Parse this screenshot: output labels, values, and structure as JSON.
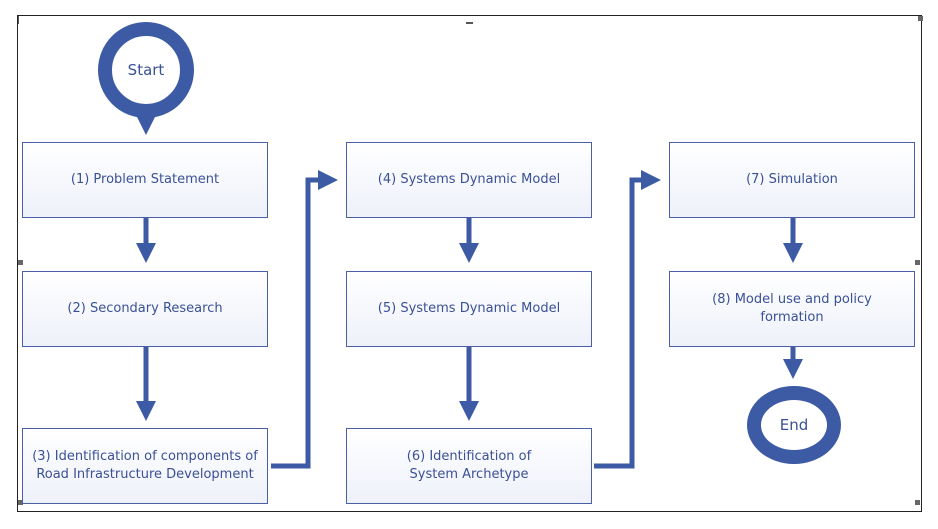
{
  "diagram": {
    "start_label": "Start",
    "end_label": "End",
    "steps": [
      "(1) Problem Statement",
      "(2) Secondary Research",
      "(3) Identification of components of Road Infrastructure Development",
      "(4) Systems Dynamic Model",
      "(5) Systems Dynamic Model",
      "(6) Identification of System Archetype",
      "(7) Simulation",
      "(8) Model use and policy formation"
    ]
  },
  "colors": {
    "arrow": "#3d5aa5",
    "box_border": "#4a5fa5",
    "text": "#3a5196"
  }
}
